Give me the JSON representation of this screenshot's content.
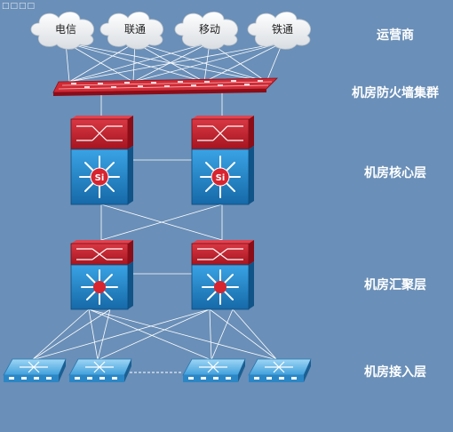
{
  "corner_text": "□□□□",
  "clouds": [
    "电信",
    "联通",
    "移动",
    "铁通"
  ],
  "layer_labels": {
    "carriers": "运营商",
    "firewall": "机房防火墙集群",
    "core": "机房核心层",
    "aggregation": "机房汇聚层",
    "access": "机房接入层"
  },
  "core_badge": "Si",
  "colors": {
    "background": "#6a8fb8",
    "firewall_red": "#c0202e",
    "switch_blue": "#1f84c8",
    "link_white": "#ffffff"
  }
}
